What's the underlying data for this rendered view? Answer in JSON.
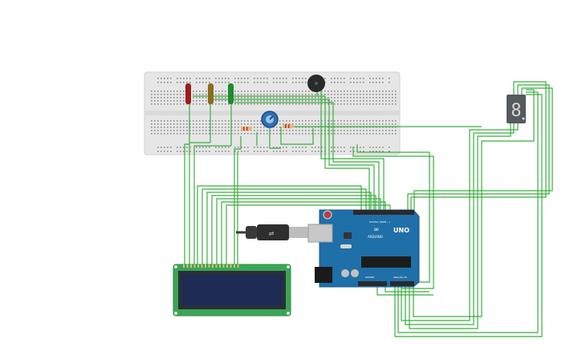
{
  "canvas": {
    "background": "#ffffff",
    "wire_color": "#3aae3f"
  },
  "breadboard": {
    "color": "#e6e6e6"
  },
  "leds": [
    {
      "name": "red",
      "color": "#9b1c1c"
    },
    {
      "name": "yellow",
      "color": "#8a6d1a"
    },
    {
      "name": "green",
      "color": "#1f8a2e"
    }
  ],
  "buzzer": {
    "color": "#2a2a2a"
  },
  "potentiometer": {
    "color": "#2f6fb3"
  },
  "seven_segment": {
    "digit": "8",
    "color": "#555a5e"
  },
  "arduino": {
    "board_color": "#1f6fa8",
    "logo_text": "UNO",
    "model_text": "ARDUINO",
    "digital_label": "DIGITAL (PWM ~)",
    "power_label": "POWER",
    "analog_label": "ANALOG IN"
  },
  "usb_cable": {
    "color": "#3a3a3a"
  },
  "lcd": {
    "pcb_color": "#3aa655",
    "screen_color": "#1d2b55"
  }
}
